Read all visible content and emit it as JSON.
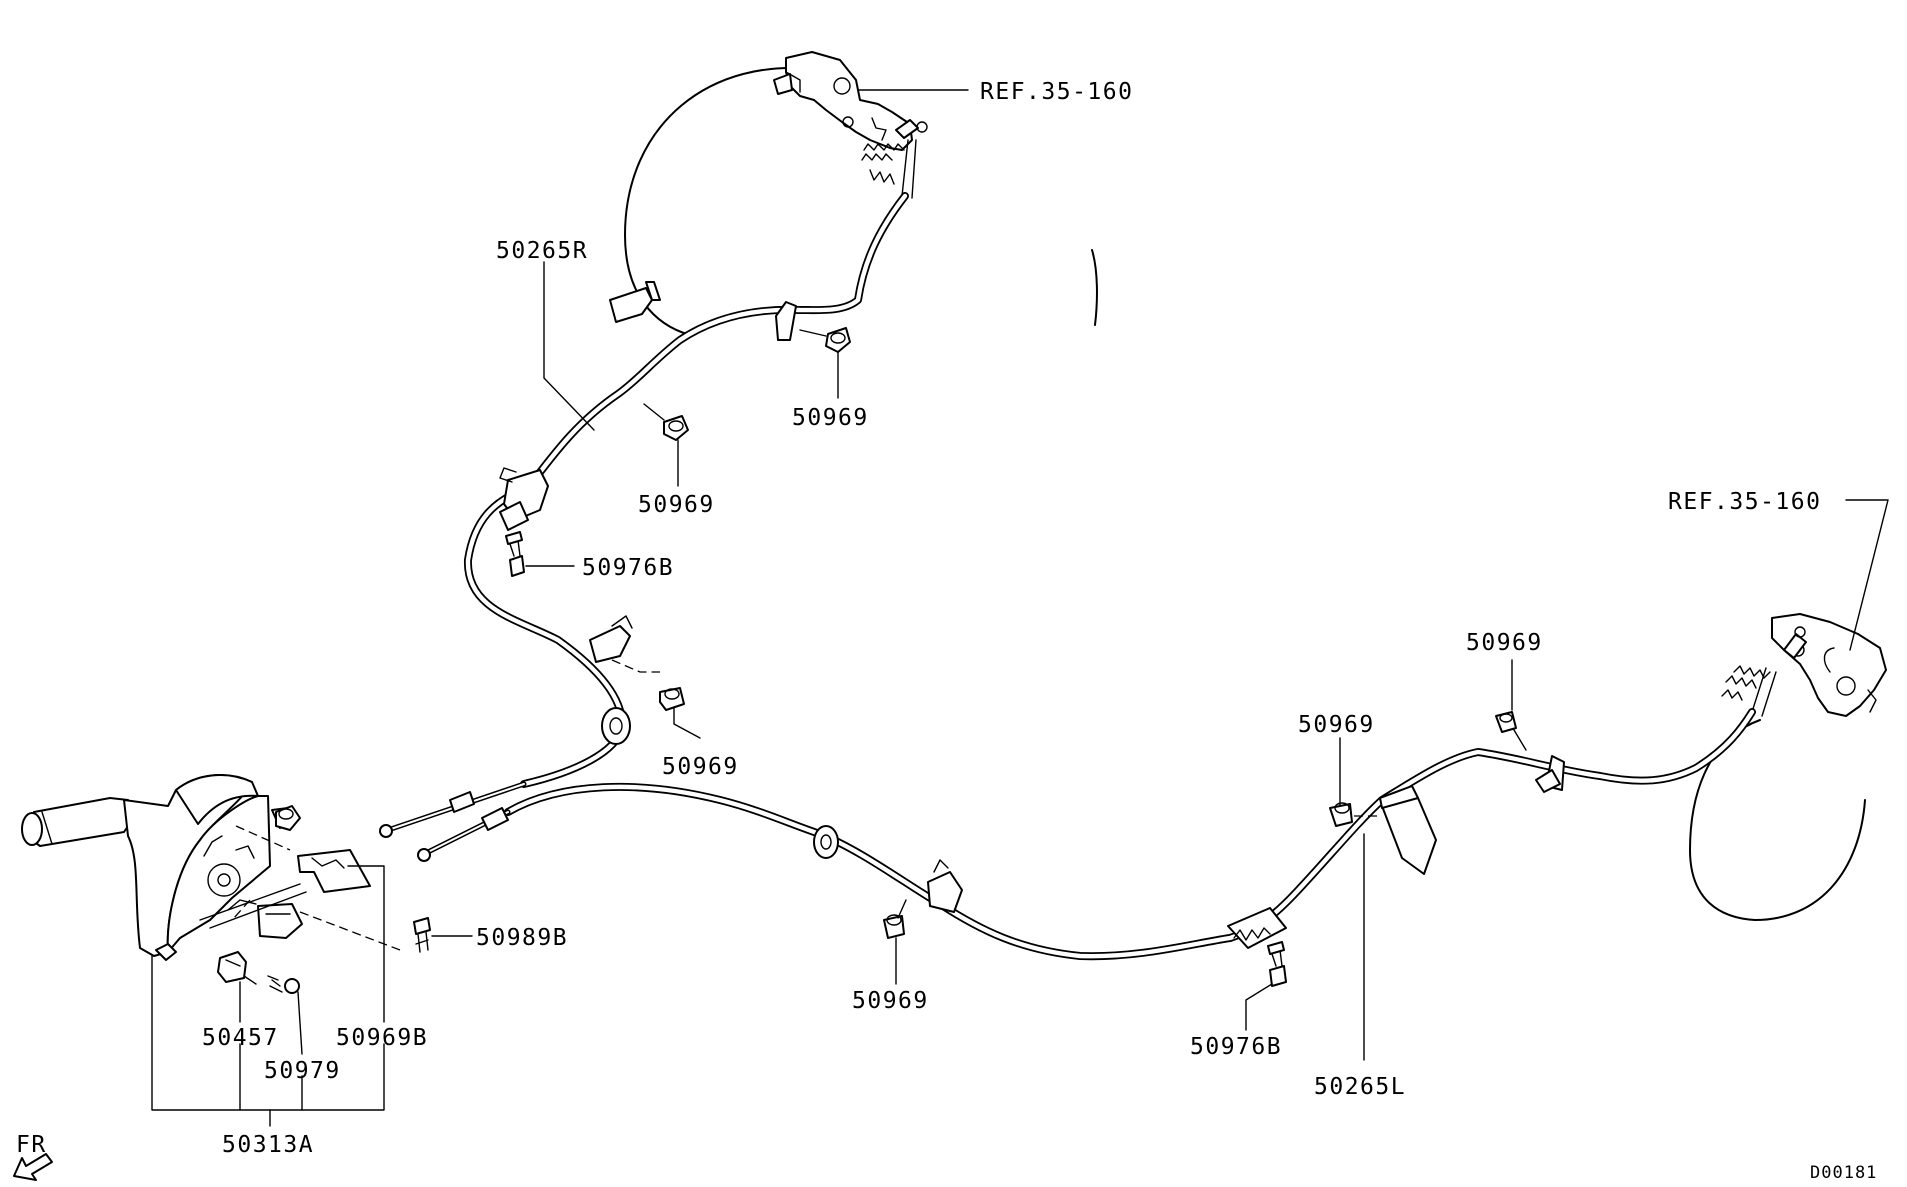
{
  "diagram": {
    "labels": {
      "ref_upper": "REF.35-160",
      "ref_lower": "REF.35-160",
      "cable_right": "50265R",
      "cable_left": "50265L",
      "clip_upper_a": "50969",
      "clip_upper_b": "50969",
      "clip_mid": "50969",
      "clip_center": "50969",
      "clip_right_a": "50969",
      "clip_right_b": "50969",
      "bolt_upper": "50976B",
      "bolt_lower": "50976B",
      "bolt_lever": "50989B",
      "switch": "50457",
      "screw": "50979",
      "nut_lever": "50969B",
      "lever_assembly": "50313A",
      "front_marker": "FR",
      "diagram_code": "D00181"
    },
    "icons": {
      "front_arrow": "front-direction-arrow-icon"
    }
  }
}
